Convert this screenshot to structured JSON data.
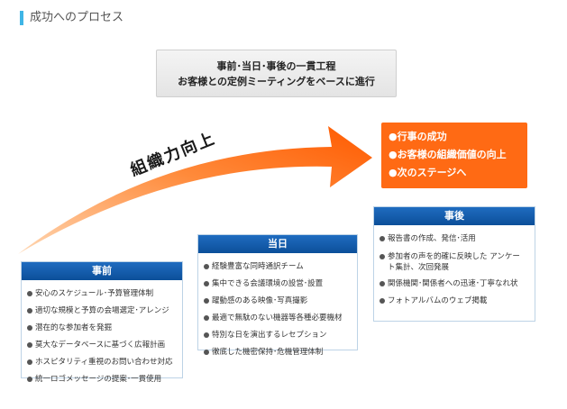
{
  "heading": "成功へのプロセス",
  "summary": {
    "line1": "事前･当日･事後の一貫工程",
    "line2": "お客様との定例ミーティングをベースに進行"
  },
  "arrow_label": "組織力向上",
  "outcomes": [
    "●行事の成功",
    "●お客様の組織価値の向上",
    "●次のステージへ"
  ],
  "phases": [
    {
      "title": "事前",
      "items": [
        "安心のスケジュール･予算管理体制",
        "適切な規模と予算の会場選定･アレンジ",
        "潜在的な参加者を発掘",
        "莫大なデータベースに基づく広報計画",
        "ホスピタリティ重視のお問い合わせ対応",
        "統一ロゴメッセージの提案･一貫使用"
      ]
    },
    {
      "title": "当日",
      "items": [
        "経験豊富な同時通訳チーム",
        "集中できる会議環境の設営･設置",
        "躍動感のある映像･写真撮影",
        "最適で無駄のない機器等各種必要機材",
        "特別な日を演出するレセプション",
        "徹底した機密保持･危機管理体制"
      ]
    },
    {
      "title": "事後",
      "items": [
        "報告書の作成、発信･活用",
        "参加者の声を的確に反映した アンケート集計、次回発展",
        "関係機関･関係者への迅速･丁寧なれ状",
        "フォトアルバムのウェブ掲載"
      ]
    }
  ],
  "colors": {
    "accent": "#3fb5e6",
    "orange": "#ff6a14",
    "blue": "#0c4f99"
  }
}
